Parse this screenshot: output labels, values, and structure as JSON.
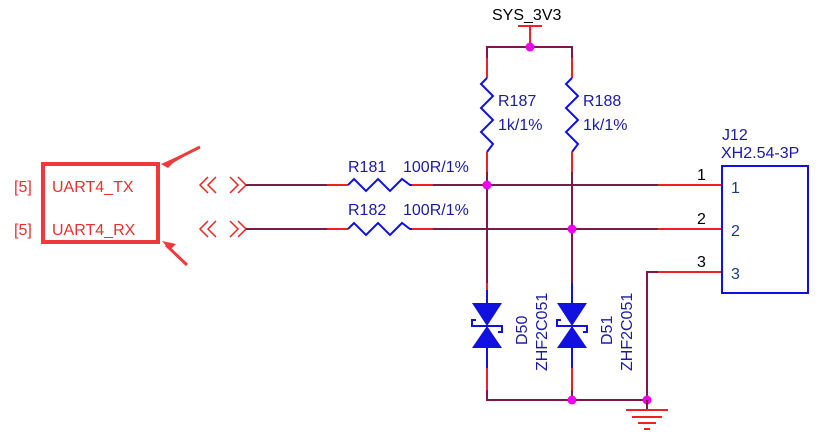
{
  "power": {
    "net_name": "SYS_3V3"
  },
  "ports": [
    {
      "sheet_ref": "[5]",
      "name": "UART4_TX"
    },
    {
      "sheet_ref": "[5]",
      "name": "UART4_RX"
    }
  ],
  "resistors": {
    "series": [
      {
        "ref": "R181",
        "value": "100R/1%"
      },
      {
        "ref": "R182",
        "value": "100R/1%"
      }
    ],
    "pullup": [
      {
        "ref": "R187",
        "value": "1k/1%"
      },
      {
        "ref": "R188",
        "value": "1k/1%"
      }
    ]
  },
  "diodes": [
    {
      "ref": "D50",
      "part": "ZHF2C051"
    },
    {
      "ref": "D51",
      "part": "ZHF2C051"
    }
  ],
  "connector": {
    "ref": "J12",
    "part": "XH2.54-3P",
    "pins": [
      {
        "wire_label": "1",
        "pin_label": "1"
      },
      {
        "wire_label": "2",
        "pin_label": "2"
      },
      {
        "wire_label": "3",
        "pin_label": "3"
      }
    ]
  },
  "colors": {
    "wire": "#7a1a4a",
    "lead": "#ee2222",
    "component": "#1010e0",
    "junction": "#ee00ee",
    "highlight": "#ee3a3a"
  }
}
